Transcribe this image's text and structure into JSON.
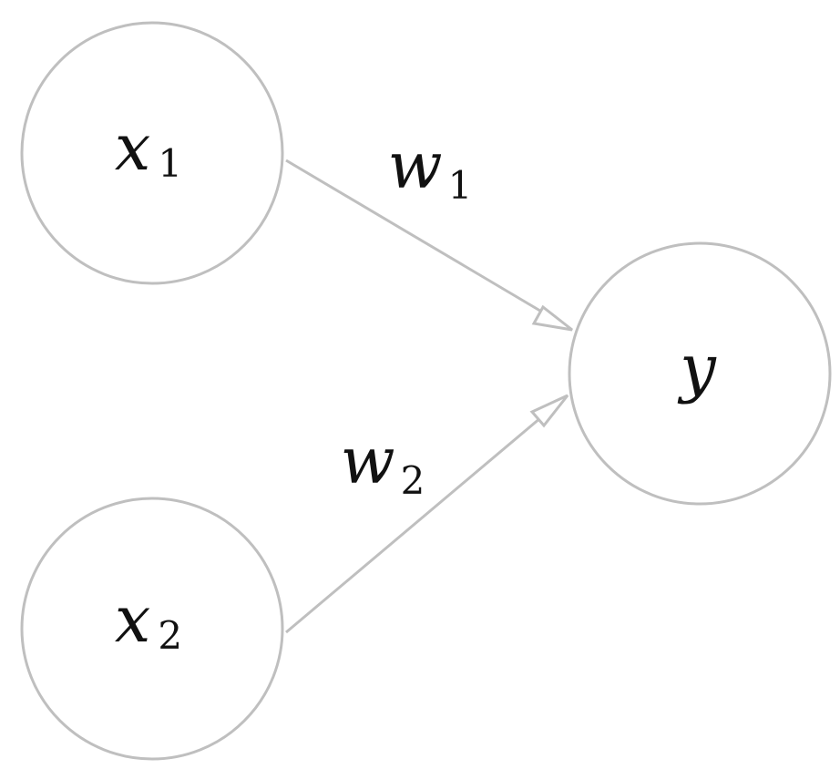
{
  "nodes": {
    "x1": {
      "symbol": "x",
      "subscript": "1"
    },
    "x2": {
      "symbol": "x",
      "subscript": "2"
    },
    "y": {
      "symbol": "y"
    }
  },
  "edges": {
    "w1": {
      "symbol": "w",
      "subscript": "1"
    },
    "w2": {
      "symbol": "w",
      "subscript": "2"
    }
  },
  "colors": {
    "stroke": "#bfbfbf",
    "text": "#111111"
  }
}
